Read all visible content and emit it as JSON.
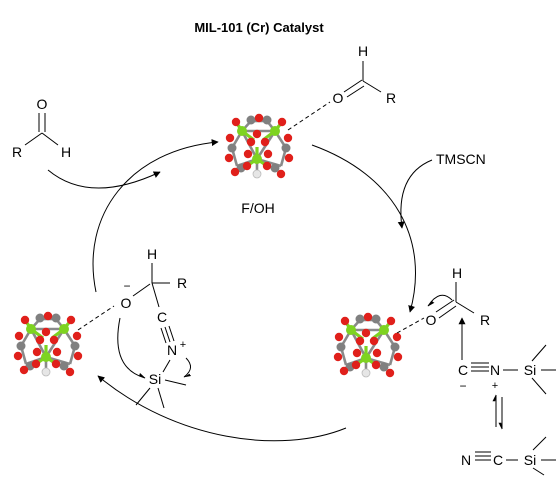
{
  "title": "MIL-101 (Cr) Catalyst",
  "labels": {
    "reagent": "TMSCN",
    "framework_site": "F/OH"
  },
  "atoms": {
    "H": "H",
    "O": "O",
    "R": "R",
    "C": "C",
    "N": "N",
    "Si": "Si",
    "plus": "+",
    "minus": "−"
  },
  "colors": {
    "metal": "#7ed321",
    "oxygen": "#e0201b",
    "carbon": "#808080",
    "hydrogen": "#e6e6e6",
    "bond": "#8a8a8a"
  }
}
